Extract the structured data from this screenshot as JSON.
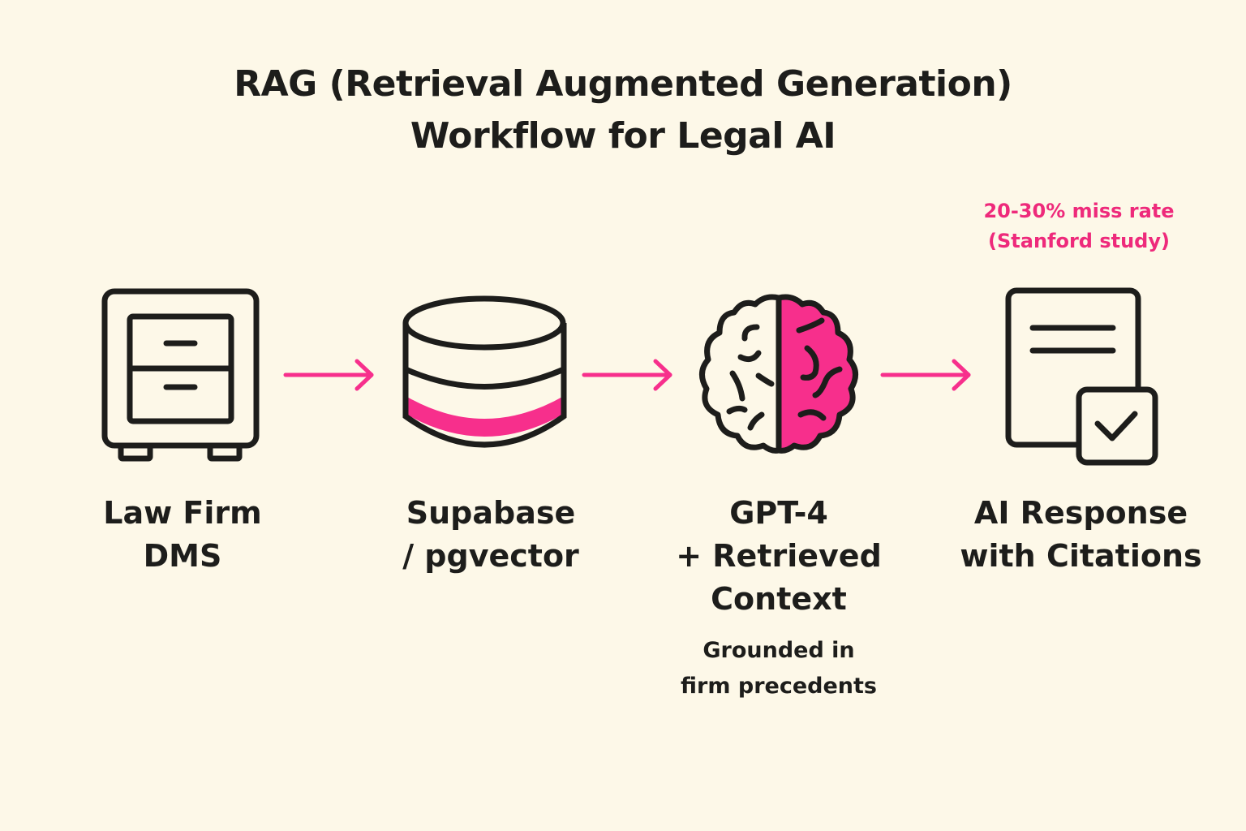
{
  "title": {
    "line1": "RAG (Retrieval Augmented Generation)",
    "line2": "Workflow for Legal AI"
  },
  "colors": {
    "accent": "#f72f8c",
    "stroke": "#1d1d1b",
    "background": "#fdf8e8"
  },
  "steps": [
    {
      "icon": "filing-cabinet-icon",
      "label_lines": [
        "Law Firm",
        "DMS"
      ]
    },
    {
      "icon": "database-icon",
      "label_lines": [
        "Supabase",
        "/ pgvector"
      ]
    },
    {
      "icon": "brain-icon",
      "label_lines": [
        "GPT-4",
        "+ Retrieved",
        "Context"
      ],
      "note_lines": [
        "Grounded in",
        "firm precedents"
      ]
    },
    {
      "icon": "document-check-icon",
      "label_lines": [
        "AI Response",
        "with Citations"
      ],
      "annotation_lines": [
        "20-30% miss rate",
        "(Stanford study)"
      ]
    }
  ]
}
